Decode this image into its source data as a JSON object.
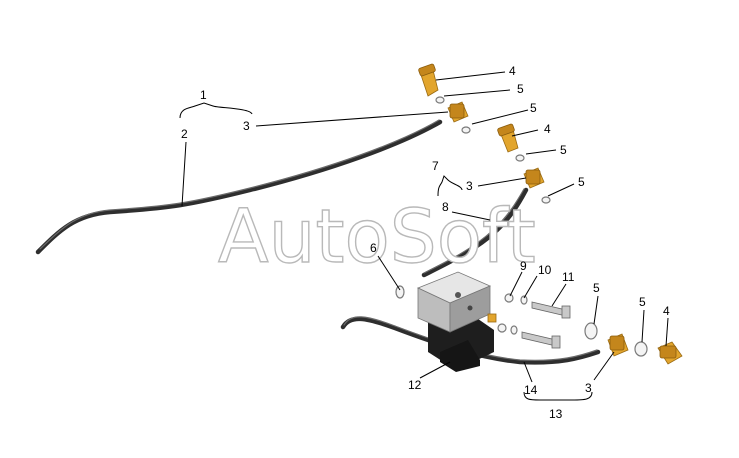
{
  "watermark": "AutoSoft",
  "callouts": {
    "c1": "1",
    "c2": "2",
    "c3a": "3",
    "c4a": "4",
    "c5a": "5",
    "c5b": "5",
    "c4b": "4",
    "c5c": "5",
    "c7": "7",
    "c3b": "3",
    "c5d": "5",
    "c8": "8",
    "c6": "6",
    "c9": "9",
    "c10": "10",
    "c11": "11",
    "c5e": "5",
    "c5f": "5",
    "c4c": "4",
    "c12": "12",
    "c14": "14",
    "c3c": "3",
    "c13": "13"
  },
  "colors": {
    "hose": "#2e2e2e",
    "brass": "#e2a52d",
    "valve_body": "#222222",
    "valve_top": "#cfcfcf",
    "watermark_outline": "#b9b9b9"
  }
}
